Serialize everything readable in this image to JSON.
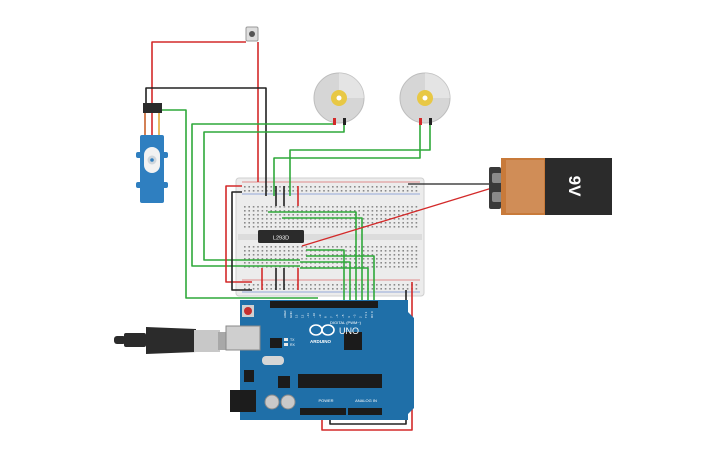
{
  "battery": {
    "label": "9V"
  },
  "driver_ic": {
    "label": "L293D"
  },
  "arduino": {
    "brand": "ARDUINO",
    "model": "UNO",
    "digital_header": "DIGITAL (PWM~)",
    "power_header": "POWER",
    "analog_header": "ANALOG IN",
    "led_labels": [
      "TX",
      "RX"
    ],
    "pin_labels": [
      "AREF",
      "GND",
      "13",
      "12",
      "~11",
      "~10",
      "~9",
      "8",
      "7",
      "~6",
      "~5",
      "4",
      "~3",
      "2",
      "TX 1",
      "RX 0"
    ]
  },
  "colors": {
    "wire_red": "#d32a2a",
    "wire_black": "#222222",
    "wire_green": "#2fa93a",
    "arduino_blue": "#1f6fa8",
    "servo_blue": "#2f7fc0",
    "battery_orange": "#c87a3a",
    "battery_black": "#2b2b2b",
    "breadboard": "#ececec"
  }
}
